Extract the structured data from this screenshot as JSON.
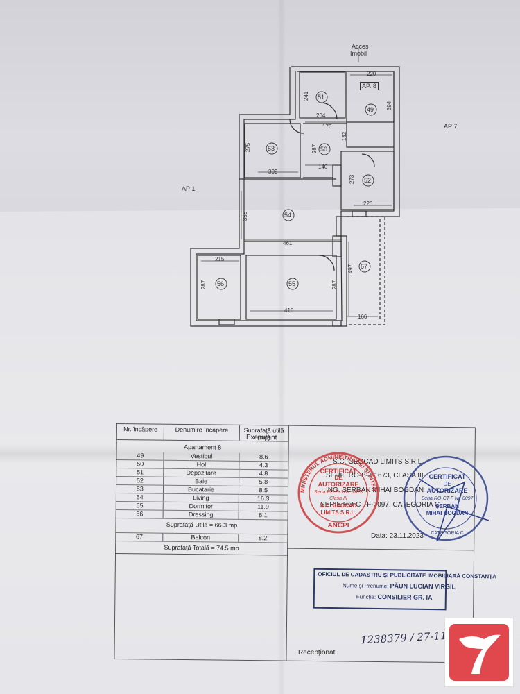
{
  "plan": {
    "labels": {
      "acces": "Acces",
      "imobil": "Imobil",
      "ap8": "AP. 8",
      "ap7": "AP 7",
      "ap1": "AP 1"
    },
    "rooms": [
      "51",
      "49",
      "50",
      "53",
      "52",
      "54",
      "56",
      "55",
      "67"
    ],
    "dimensions": [
      "220",
      "241",
      "394",
      "204",
      "176",
      "132",
      "275",
      "287",
      "309",
      "140",
      "273",
      "220",
      "355",
      "461",
      "215",
      "497",
      "287",
      "287",
      "416",
      "166"
    ]
  },
  "table": {
    "headers": {
      "nr": "Nr. încăpere",
      "name": "Denumire încăpere",
      "area": "Suprafaţă utilă (mp)"
    },
    "apartment_title": "Apartament 8",
    "rows": [
      {
        "nr": "49",
        "name": "Vestibul",
        "area": "8.6"
      },
      {
        "nr": "50",
        "name": "Hol",
        "area": "4.3"
      },
      {
        "nr": "51",
        "name": "Depozitare",
        "area": "4.8"
      },
      {
        "nr": "52",
        "name": "Baie",
        "area": "5.8"
      },
      {
        "nr": "53",
        "name": "Bucatarie",
        "area": "8.5"
      },
      {
        "nr": "54",
        "name": "Living",
        "area": "16.3"
      },
      {
        "nr": "55",
        "name": "Dormitor",
        "area": "11.9"
      },
      {
        "nr": "56",
        "name": "Dressing",
        "area": "6.1"
      }
    ],
    "useful_total": "Suprafaţă Utilă = 66.3 mp",
    "balcony": {
      "nr": "67",
      "name": "Balcon",
      "area": "8.2"
    },
    "grand_total": "Suprafaţă Totală = 74.5 mp"
  },
  "executant": {
    "title": "Executant",
    "company": "S.C. GEOCAD LIMITS S.R.L.",
    "serie1": "SERIE RO-B-J-1673, CLASA III",
    "ing": "ING. ŞERBAN MIHAI BOGDAN",
    "serie2": "SERIE RO-CT-F-0097, CATEGORIA C",
    "date": "Data: 23.11.2023"
  },
  "stamp_red": {
    "ring": "MINISTERUL ADMINISTRAȚIEI ȘI INTERNELOR",
    "line1": "CERTIFICAT",
    "line2": "DE",
    "line3": "AUTORIZARE",
    "line4": "Seria RO-B-J Nr. 1673",
    "line5": "Clasa III",
    "line6": "S.C. GEOCAD",
    "line7": "LIMITS S.R.L.",
    "bottom": "ANCPI"
  },
  "stamp_blue": {
    "line1": "CERTIFICAT",
    "line2": "DE",
    "line3": "AUTORIZARE",
    "line4": "Seria RO-CT-F Nr. 0097",
    "line5": "ŞERBAN",
    "line6": "MIHAI BOGDAN",
    "bottom": "CATEGORIA C"
  },
  "receiver": {
    "office": "OFICIUL DE CADASTRU ŞI PUBLICITATE IMOBILIARĂ CONSTANŢA",
    "name_label": "Nume și Prenume:",
    "name": "PĂUN LUCIAN VIRGIL",
    "function_label": "Funcţia:",
    "function": "CONSILIER GR. IA",
    "number": "1238379 / 27-11-",
    "received": "Recepţionat"
  },
  "colors": {
    "red_stamp": "#c8383a",
    "blue_stamp": "#2e3f8a",
    "logo": "#e0484e"
  }
}
